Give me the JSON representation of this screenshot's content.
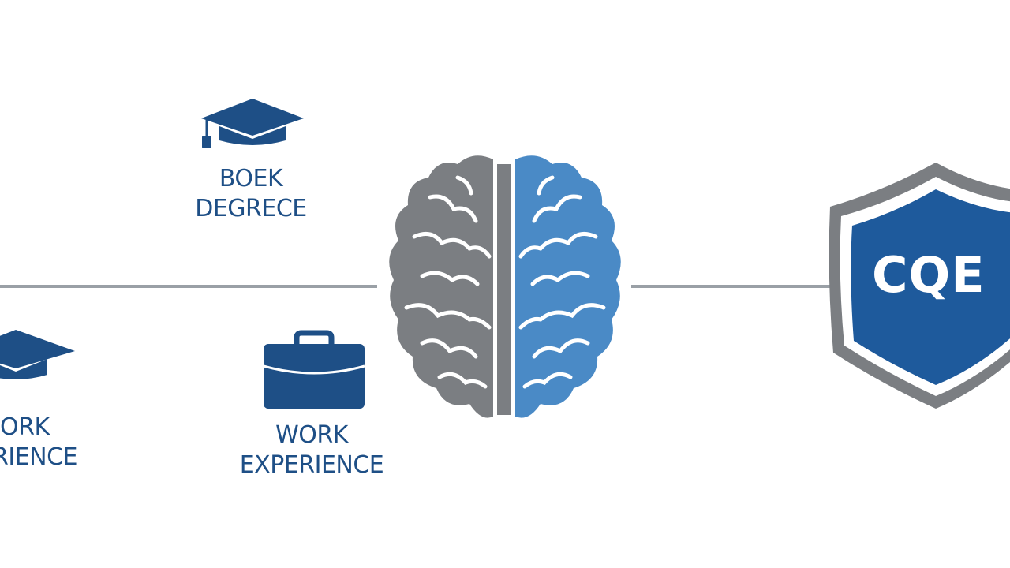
{
  "nodes": {
    "degree": {
      "line1": "BOEK",
      "line2": "DEGRECE"
    },
    "work_left": {
      "line1": "ORK",
      "line2": "RIENCE"
    },
    "work": {
      "line1": "WORK",
      "line2": "EXPERIENCE"
    },
    "badge": {
      "text": "CQE"
    }
  },
  "icons": [
    "graduation-cap-icon",
    "graduation-cap-icon",
    "briefcase-icon",
    "brain-icon",
    "shield-icon"
  ],
  "colors": {
    "dark_blue": "#1e4f86",
    "light_blue": "#4a8ac6",
    "gray": "#7b7e82",
    "line": "#9aa0a6"
  }
}
